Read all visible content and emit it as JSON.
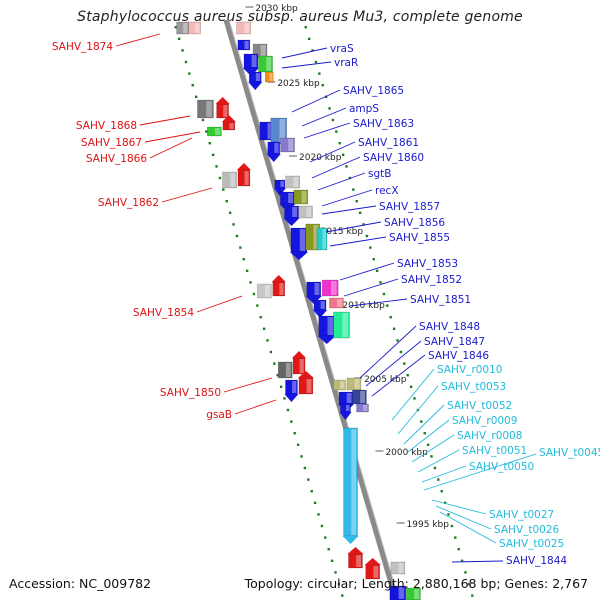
{
  "title": "Staphylococcus aureus subsp. aureus Mu3, complete genome",
  "footer": {
    "accession": "Accession: NC_009782",
    "topology": "Topology: circular; Length: 2,880,168 bp; Genes: 2,767"
  },
  "colors": {
    "left_label": "#dd1111",
    "right_label": "#1a1acc",
    "rna_label": "#22bbdd",
    "dots": "#1e7a1e",
    "backbone": "#8a8a8a"
  },
  "ruler_ticks": [
    "2030 kbp",
    "2025 kbp",
    "2020 kbp",
    "2015 kbp",
    "2010 kbp",
    "2005 kbp",
    "2000 kbp",
    "1995 kbp"
  ],
  "left_labels": [
    "SAHV_1874",
    "SAHV_1868",
    "SAHV_1867",
    "SAHV_1866",
    "SAHV_1862",
    "SAHV_1854",
    "SAHV_1850",
    "gsaB"
  ],
  "right_labels": [
    "vraS",
    "vraR",
    "SAHV_1865",
    "ampS",
    "SAHV_1863",
    "SAHV_1861",
    "SAHV_1860",
    "sgtB",
    "recX",
    "SAHV_1857",
    "SAHV_1856",
    "SAHV_1855",
    "SAHV_1853",
    "SAHV_1852",
    "SAHV_1851",
    "SAHV_1848",
    "SAHV_1847",
    "SAHV_1846",
    "SAHV_1844"
  ],
  "rna_labels": [
    "SAHV_r0010",
    "SAHV_t0053",
    "SAHV_t0052",
    "SAHV_r0009",
    "SAHV_r0008",
    "SAHV_t0051",
    "SAHV_t0050",
    "SAHV_t0045",
    "SAHV_t0027",
    "SAHV_t0026",
    "SAHV_t0025"
  ]
}
